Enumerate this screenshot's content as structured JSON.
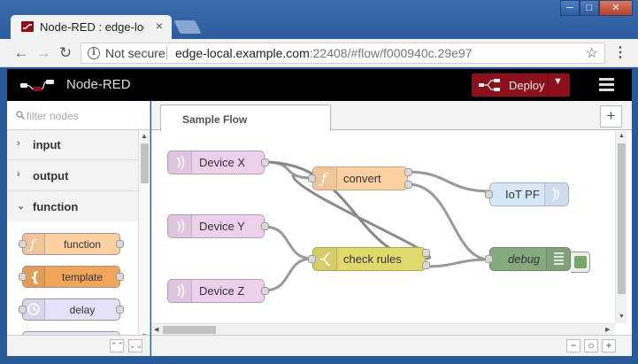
{
  "browser": {
    "tab_title": "Node-RED : edge-local.example.com",
    "tab_close": "×",
    "win_controls": [
      "─",
      "□",
      "✕"
    ],
    "nav": {
      "back": "←",
      "forward": "→",
      "reload": "↻"
    },
    "address": {
      "security": "Not secure",
      "host": "edge-local.example.com",
      "path": ":22408/#flow/f000940c.29e97"
    },
    "bookmark_icon": "star-icon",
    "menu_icon": "⋮"
  },
  "header": {
    "app_title": "Node-RED",
    "deploy_label": "Deploy",
    "deploy_caret": "▼",
    "colors": {
      "bar": "#000000",
      "deploy": "#8c101c"
    }
  },
  "palette": {
    "search_placeholder": "filter nodes",
    "categories": [
      {
        "label": "input",
        "chevron": "›"
      },
      {
        "label": "output",
        "chevron": "›"
      },
      {
        "label": "function",
        "chevron": "⌄"
      }
    ],
    "nodes": [
      {
        "label": "function",
        "icon": "ƒ",
        "color": "#fdd0a2"
      },
      {
        "label": "template",
        "icon": "{",
        "color": "#f0a55a"
      },
      {
        "label": "delay",
        "icon": "◷",
        "color": "#e6e0f8"
      }
    ],
    "footer": {
      "collapse": "⌃⌃",
      "expand": "⌄⌄"
    }
  },
  "workspace": {
    "tab_label": "Sample Flow",
    "add_tab": "+",
    "zoom": {
      "out": "−",
      "reset": "○",
      "in": "+"
    }
  },
  "flow_nodes": [
    {
      "id": "device_x",
      "label": "Device X",
      "color": "#e6b3e6"
    },
    {
      "id": "device_y",
      "label": "Device Y",
      "color": "#e6b3e6"
    },
    {
      "id": "device_z",
      "label": "Device Z",
      "color": "#e6b3e6"
    },
    {
      "id": "convert",
      "label": "convert",
      "color": "#fdd0a2"
    },
    {
      "id": "check_rules",
      "label": "check rules",
      "color": "#e2d96e"
    },
    {
      "id": "iot_pf",
      "label": "IoT PF",
      "color": "#d5e6f7"
    },
    {
      "id": "debug",
      "label": "debug",
      "color": "#87a980"
    }
  ]
}
